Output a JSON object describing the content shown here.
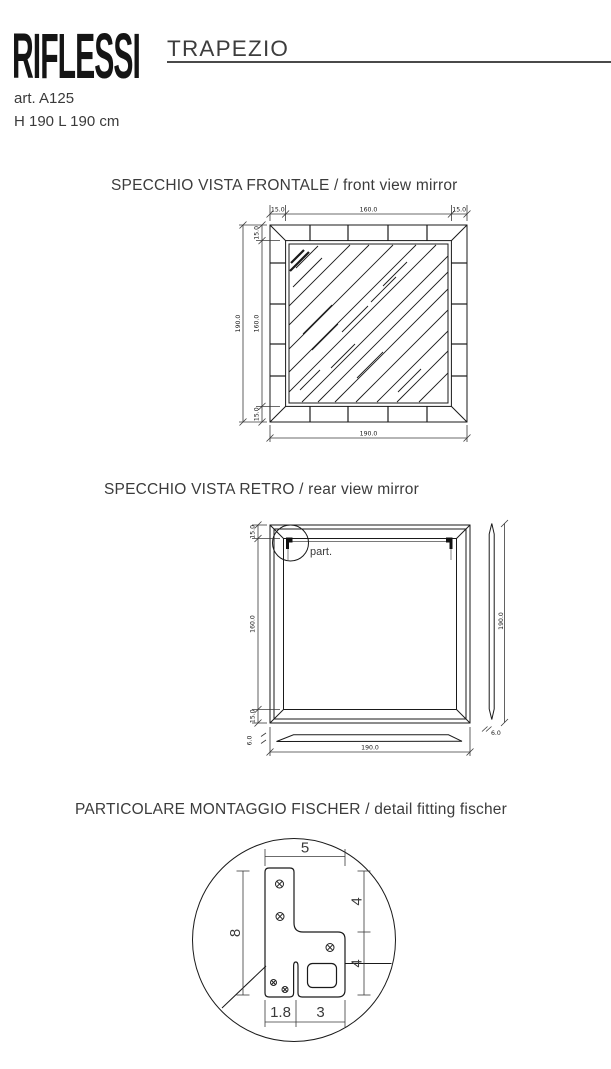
{
  "header": {
    "logo": "RIFLESSI",
    "title": "TRAPEZIO",
    "article": "art. A125",
    "size": "H 190 L 190 cm"
  },
  "front_view": {
    "title": "SPECCHIO VISTA FRONTALE / front view mirror",
    "dims": {
      "top_left": "15.0",
      "top_center": "160.0",
      "top_right": "15.0",
      "left_total": "190.0",
      "left_top": "15.0",
      "left_center": "160.0",
      "left_bottom": "15.0",
      "bottom_total": "190.0"
    }
  },
  "rear_view": {
    "title": "SPECCHIO VISTA RETRO / rear view mirror",
    "callout_label": "part.",
    "dims": {
      "left_top": "15.0",
      "left_center": "160.0",
      "left_bottom": "15.0",
      "thickness_left": "6.0",
      "bottom_total": "190.0",
      "right_total": "190.0",
      "thickness_right": "6.0"
    }
  },
  "detail_view": {
    "title": "PARTICOLARE MONTAGGIO FISCHER / detail fitting fischer",
    "dims": {
      "width_total": "5",
      "height_total": "8",
      "right_upper": "4",
      "right_lower": "4",
      "bottom_left": "1.8",
      "bottom_right": "3"
    }
  }
}
